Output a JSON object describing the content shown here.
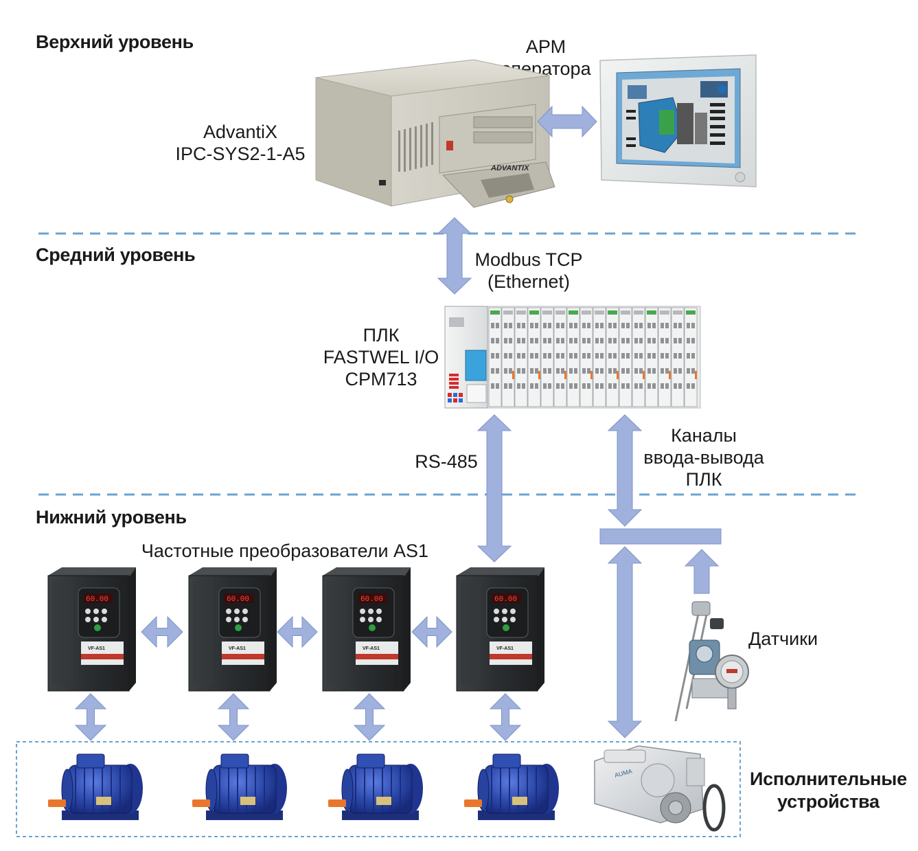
{
  "levels": {
    "upper": "Верхний уровень",
    "middle": "Средний уровень",
    "lower": "Нижний уровень"
  },
  "labels": {
    "arm": [
      "АРМ",
      "оператора"
    ],
    "computer": [
      "AdvantiX",
      "IPC-SYS2-1-A5"
    ],
    "modbus": [
      "Modbus TCP",
      "(Ethernet)"
    ],
    "plc": [
      "ПЛК",
      "FASTWEL I/O",
      "CPM713"
    ],
    "rs485": "RS-485",
    "io_channels": [
      "Каналы",
      "ввода-вывода",
      "ПЛК"
    ],
    "converters": "Частотные преобразователи AS1",
    "sensors": "Датчики",
    "actuators": [
      "Исполнительные",
      "устройства"
    ]
  },
  "device_texts": {
    "converter_display": "60.00",
    "converter_model": "VF-AS1",
    "computer_brand": "ADVANTIX"
  },
  "colors": {
    "arrow_fill": "#9fb1dc",
    "arrow_stroke": "#7f93c8",
    "dashed_line": "#6aa3d0",
    "motor_blue": "#2b48a8",
    "shaft_orange": "#e8772e",
    "converter_body": "#2e3133"
  }
}
